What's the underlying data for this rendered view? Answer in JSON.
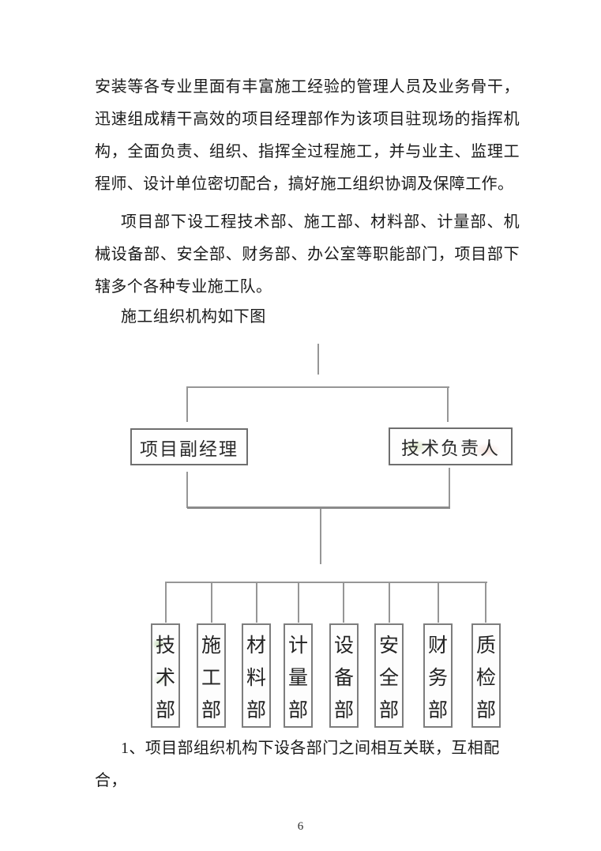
{
  "document": {
    "paragraph1": "安装等各专业里面有丰富施工经验的管理人员及业务骨干，迅速组成精干高效的项目经理部作为该项目驻现场的指挥机构，全面负责、组织、指挥全过程施工，并与业主、监理工程师、设计单位密切配合，搞好施工组织协调及保障工作。",
    "paragraph2": "项目部下设工程技术部、施工部、材料部、计量部、机械设备部、安全部、财务部、办公室等职能部门，项目部下辖多个各种专业施工队。",
    "chart_intro": "施工组织机构如下图",
    "list_item_1": {
      "marker": "1、",
      "text": "项目部组织机构下设各部门之间相互关联，互相配合，"
    },
    "page_number": "6"
  },
  "org_chart": {
    "level2": [
      {
        "label": "项目副经理"
      },
      {
        "label": "技术负责人"
      }
    ],
    "departments": [
      {
        "label": "技术部"
      },
      {
        "label": "施工部"
      },
      {
        "label": "材料部"
      },
      {
        "label": "计量部"
      },
      {
        "label": "设备部"
      },
      {
        "label": "安全部"
      },
      {
        "label": "财务部"
      },
      {
        "label": "质检部"
      }
    ]
  },
  "colors": {
    "text": "#1a1a1a",
    "connector_line": "#969696",
    "box_border": "#757575",
    "background": "#ffffff"
  }
}
